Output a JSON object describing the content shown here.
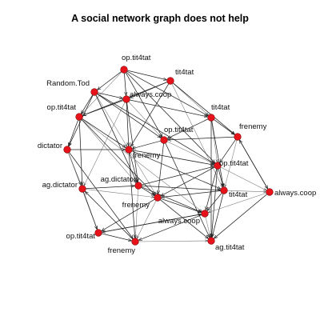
{
  "title": "A social network graph does not help",
  "colors": {
    "node": "#e8131a",
    "edge": "#222222",
    "background": "#ffffff"
  },
  "nodes": [
    {
      "id": "n1",
      "label": "op.tit4tat"
    },
    {
      "id": "n2",
      "label": "tit4tat"
    },
    {
      "id": "n3",
      "label": "Random.Tod"
    },
    {
      "id": "n4",
      "label": "always.coop"
    },
    {
      "id": "n5",
      "label": "op.tit4tat"
    },
    {
      "id": "n6",
      "label": "tit4tat"
    },
    {
      "id": "n7",
      "label": "frenemy"
    },
    {
      "id": "n8",
      "label": "op.tit4tat"
    },
    {
      "id": "n9",
      "label": "dictator"
    },
    {
      "id": "n10",
      "label": "frenemy"
    },
    {
      "id": "n11",
      "label": "ag.dictator"
    },
    {
      "id": "n12",
      "label": "ag.dictator"
    },
    {
      "id": "n13",
      "label": "op.tit4tat"
    },
    {
      "id": "n14",
      "label": "tit4tat"
    },
    {
      "id": "n15",
      "label": "always.coop"
    },
    {
      "id": "n16",
      "label": "frenemy"
    },
    {
      "id": "n17",
      "label": "always.coop"
    },
    {
      "id": "n18",
      "label": "op.tit4tat"
    },
    {
      "id": "n19",
      "label": "frenemy"
    },
    {
      "id": "n20",
      "label": "ag.tit4tat"
    }
  ],
  "edges": [
    [
      "n1",
      "n2"
    ],
    [
      "n1",
      "n3"
    ],
    [
      "n1",
      "n4"
    ],
    [
      "n1",
      "n5"
    ],
    [
      "n1",
      "n8"
    ],
    [
      "n1",
      "n6"
    ],
    [
      "n2",
      "n4"
    ],
    [
      "n2",
      "n6"
    ],
    [
      "n2",
      "n7"
    ],
    [
      "n2",
      "n5"
    ],
    [
      "n2",
      "n10"
    ],
    [
      "n2",
      "n14"
    ],
    [
      "n3",
      "n4"
    ],
    [
      "n3",
      "n5"
    ],
    [
      "n3",
      "n9"
    ],
    [
      "n3",
      "n10"
    ],
    [
      "n3",
      "n8"
    ],
    [
      "n3",
      "n12"
    ],
    [
      "n4",
      "n5"
    ],
    [
      "n4",
      "n8"
    ],
    [
      "n4",
      "n10"
    ],
    [
      "n4",
      "n6"
    ],
    [
      "n4",
      "n12"
    ],
    [
      "n4",
      "n11"
    ],
    [
      "n5",
      "n9"
    ],
    [
      "n5",
      "n11"
    ],
    [
      "n5",
      "n10"
    ],
    [
      "n5",
      "n12"
    ],
    [
      "n5",
      "n16"
    ],
    [
      "n6",
      "n7"
    ],
    [
      "n6",
      "n8"
    ],
    [
      "n6",
      "n13"
    ],
    [
      "n6",
      "n14"
    ],
    [
      "n6",
      "n20"
    ],
    [
      "n7",
      "n13"
    ],
    [
      "n7",
      "n14"
    ],
    [
      "n7",
      "n15"
    ],
    [
      "n7",
      "n8"
    ],
    [
      "n8",
      "n10"
    ],
    [
      "n8",
      "n13"
    ],
    [
      "n8",
      "n16"
    ],
    [
      "n8",
      "n20"
    ],
    [
      "n9",
      "n11"
    ],
    [
      "n9",
      "n18"
    ],
    [
      "n9",
      "n10"
    ],
    [
      "n10",
      "n12"
    ],
    [
      "n10",
      "n13"
    ],
    [
      "n10",
      "n16"
    ],
    [
      "n10",
      "n19"
    ],
    [
      "n10",
      "n14"
    ],
    [
      "n11",
      "n18"
    ],
    [
      "n11",
      "n16"
    ],
    [
      "n11",
      "n12"
    ],
    [
      "n12",
      "n16"
    ],
    [
      "n12",
      "n17"
    ],
    [
      "n12",
      "n19"
    ],
    [
      "n12",
      "n14"
    ],
    [
      "n12",
      "n13"
    ],
    [
      "n13",
      "n14"
    ],
    [
      "n13",
      "n15"
    ],
    [
      "n13",
      "n16"
    ],
    [
      "n13",
      "n17"
    ],
    [
      "n13",
      "n20"
    ],
    [
      "n14",
      "n15"
    ],
    [
      "n14",
      "n16"
    ],
    [
      "n14",
      "n17"
    ],
    [
      "n14",
      "n20"
    ],
    [
      "n15",
      "n17"
    ],
    [
      "n15",
      "n20"
    ],
    [
      "n15",
      "n7"
    ],
    [
      "n16",
      "n17"
    ],
    [
      "n16",
      "n19"
    ],
    [
      "n16",
      "n18"
    ],
    [
      "n16",
      "n20"
    ],
    [
      "n17",
      "n19"
    ],
    [
      "n17",
      "n20"
    ],
    [
      "n17",
      "n18"
    ],
    [
      "n18",
      "n19"
    ],
    [
      "n18",
      "n17"
    ],
    [
      "n19",
      "n20"
    ],
    [
      "n19",
      "n11"
    ],
    [
      "n3",
      "n13"
    ],
    [
      "n1",
      "n13"
    ],
    [
      "n5",
      "n17"
    ],
    [
      "n9",
      "n19"
    ]
  ]
}
